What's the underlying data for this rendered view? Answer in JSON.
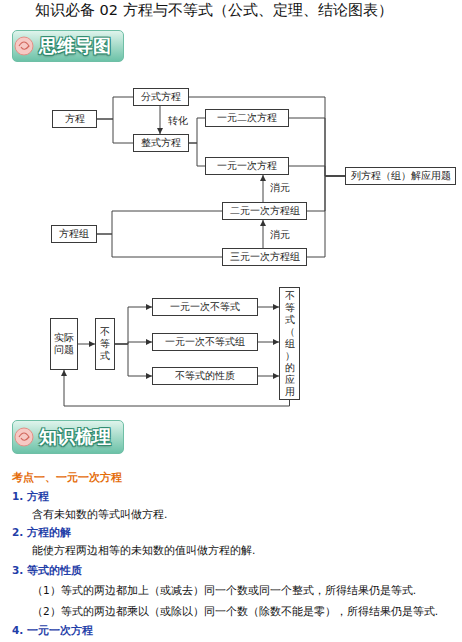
{
  "diagram": {
    "title": "知识必备 02 方程与不等式（公式、定理、结论图表）",
    "nodes": [
      {
        "text": [
          "思维导图"
        ]
      },
      {
        "text": [
          "方程"
        ]
      },
      {
        "text": [
          "分式方程"
        ]
      },
      {
        "text": [
          "整式方程"
        ]
      },
      {
        "text": [
          "一元二次方程"
        ]
      },
      {
        "text": [
          "一元一次方程"
        ]
      },
      {
        "text": [
          "二元一次方程组"
        ]
      },
      {
        "text": [
          "三元一次方程组"
        ]
      },
      {
        "text": [
          "方程组"
        ]
      },
      {
        "text": [
          "列方程（组）解应用题"
        ]
      },
      {
        "text": [
          "实际问题"
        ]
      },
      {
        "text": [
          "不等式"
        ]
      },
      {
        "text": [
          "一元一次不等式"
        ]
      },
      {
        "text": [
          "一元一次不等式组"
        ]
      },
      {
        "text": [
          "不等式的性质"
        ]
      },
      {
        "text": [
          "不等式（组）的应用"
        ]
      },
      {
        "text": [
          "知识梳理"
        ]
      }
    ],
    "edges": [
      {
        "from": 1,
        "to": 2,
        "arrow": "none"
      },
      {
        "from": 1,
        "to": 3,
        "arrow": "none"
      },
      {
        "from": 2,
        "to": 3,
        "arrow": "to",
        "label": "转化"
      },
      {
        "from": 3,
        "to": 4,
        "arrow": "none"
      },
      {
        "from": 3,
        "to": 5,
        "arrow": "none"
      },
      {
        "from": 8,
        "to": 6,
        "arrow": "none"
      },
      {
        "from": 8,
        "to": 7,
        "arrow": "none"
      },
      {
        "from": 7,
        "to": 6,
        "arrow": "to",
        "label": "消元"
      },
      {
        "from": 6,
        "to": 5,
        "arrow": "to",
        "label": "消元"
      },
      {
        "from": 2,
        "to": 9,
        "arrow": "none"
      },
      {
        "from": 4,
        "to": 9,
        "arrow": "none"
      },
      {
        "from": 5,
        "to": 9,
        "arrow": "none"
      },
      {
        "from": 6,
        "to": 9,
        "arrow": "none"
      },
      {
        "from": 7,
        "to": 9,
        "arrow": "none"
      },
      {
        "from": 10,
        "to": 11,
        "arrow": "to"
      },
      {
        "from": 11,
        "to": 12,
        "arrow": "to"
      },
      {
        "from": 11,
        "to": 13,
        "arrow": "to"
      },
      {
        "from": 11,
        "to": 14,
        "arrow": "to"
      },
      {
        "from": 12,
        "to": 15,
        "arrow": "to"
      },
      {
        "from": 13,
        "to": 15,
        "arrow": "to"
      },
      {
        "from": 14,
        "to": 15,
        "arrow": "to"
      },
      {
        "from": 15,
        "to": 10,
        "arrow": "to"
      }
    ],
    "labels": [
      "考点一、一元一次方程",
      "1. 方程",
      "含有未知数的等式叫做方程.",
      "2. 方程的解",
      "能使方程两边相等的未知数的值叫做方程的解.",
      "3. 等式的性质",
      "（1）等式的两边都加上（或减去）同一个数或同一个整式，所得结果仍是等式.",
      "（2）等式的两边都乘以（或除以）同一个数（除数不能是零），所得结果仍是等式.",
      "4. 一元一次方程"
    ]
  }
}
